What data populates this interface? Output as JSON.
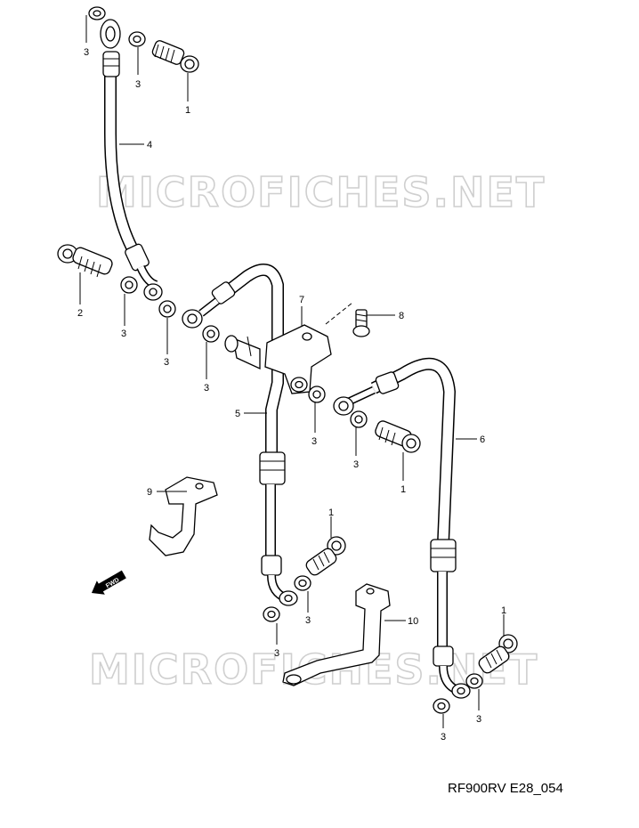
{
  "watermarks": [
    "MICROFICHES.NET",
    "MICROFICHES.NET"
  ],
  "diagram_code": "RF900RV E28_054",
  "fwd_label": "FWD",
  "callouts": [
    {
      "id": "c-3a",
      "text": "3"
    },
    {
      "id": "c-3b",
      "text": "3"
    },
    {
      "id": "c-1a",
      "text": "1"
    },
    {
      "id": "c-4",
      "text": "4"
    },
    {
      "id": "c-2",
      "text": "2"
    },
    {
      "id": "c-3c",
      "text": "3"
    },
    {
      "id": "c-3d",
      "text": "3"
    },
    {
      "id": "c-7",
      "text": "7"
    },
    {
      "id": "c-8",
      "text": "8"
    },
    {
      "id": "c-3e",
      "text": "3"
    },
    {
      "id": "c-5",
      "text": "5"
    },
    {
      "id": "c-3f",
      "text": "3"
    },
    {
      "id": "c-3g",
      "text": "3"
    },
    {
      "id": "c-6",
      "text": "6"
    },
    {
      "id": "c-1b",
      "text": "1"
    },
    {
      "id": "c-9",
      "text": "9"
    },
    {
      "id": "c-1c",
      "text": "1"
    },
    {
      "id": "c-3h",
      "text": "3"
    },
    {
      "id": "c-3i",
      "text": "3"
    },
    {
      "id": "c-10",
      "text": "10"
    },
    {
      "id": "c-1d",
      "text": "1"
    },
    {
      "id": "c-3j",
      "text": "3"
    },
    {
      "id": "c-3k",
      "text": "3"
    }
  ]
}
